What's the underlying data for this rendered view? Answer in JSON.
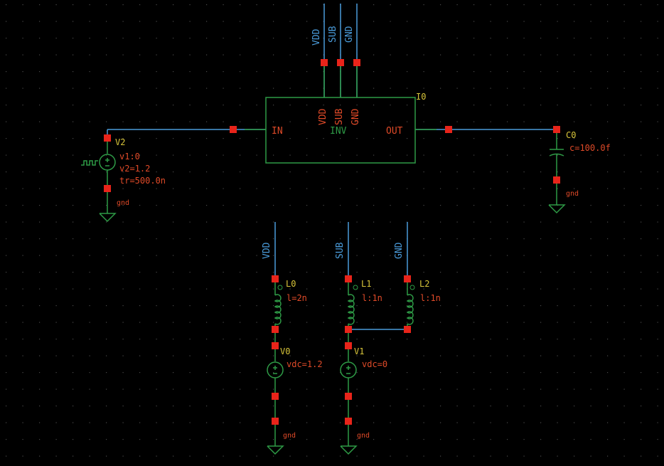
{
  "colors": {
    "background": "#000000",
    "grid_dot": "#4a4a4a",
    "wire": "#4a9cdb",
    "symbol": "#2e9b46",
    "pin": "#e8241a",
    "label_red": "#e04a28",
    "label_yellow": "#d8c53a",
    "label_blue": "#4a9cdb"
  },
  "nets": {
    "top": [
      "VDD",
      "SUB",
      "GND"
    ],
    "bottom_vdd": "VDD",
    "bottom_sub": "SUB",
    "bottom_gnd": "GND"
  },
  "inverter": {
    "instance": "I0",
    "cell": "INV",
    "pin_in": "IN",
    "pin_out": "OUT",
    "pin_vdd": "VDD",
    "pin_sub": "SUB",
    "pin_gnd": "GND"
  },
  "pulse_source": {
    "instance": "V2",
    "v1": "v1:0",
    "v2": "v2=1.2",
    "tr": "tr=500.0n",
    "ground": "gnd"
  },
  "load_cap": {
    "instance": "C0",
    "value": "c=100.0f",
    "ground": "gnd"
  },
  "inductors": [
    {
      "instance": "L0",
      "value": "l=2n"
    },
    {
      "instance": "L1",
      "value": "l:1n"
    },
    {
      "instance": "L2",
      "value": "l:1n"
    }
  ],
  "dc_sources": [
    {
      "instance": "V0",
      "value": "vdc=1.2",
      "ground": "gnd"
    },
    {
      "instance": "V1",
      "value": "vdc=0",
      "ground": "gnd"
    }
  ]
}
